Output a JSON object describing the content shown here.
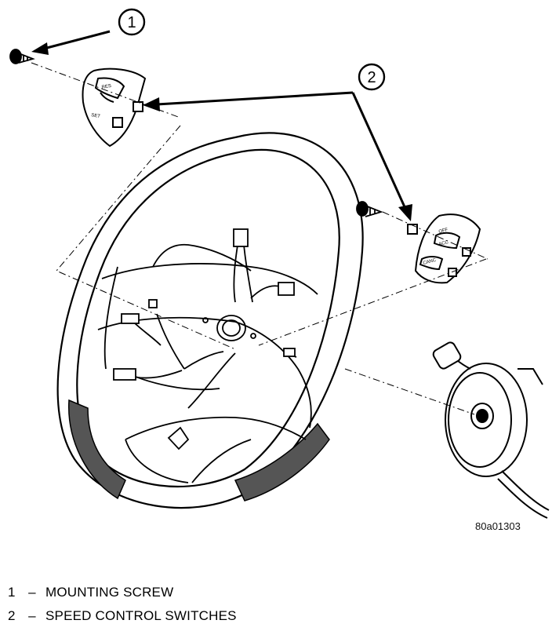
{
  "figure": {
    "id": "80a01303",
    "callouts": [
      {
        "number": "1"
      },
      {
        "number": "2"
      }
    ],
    "switch_labels": {
      "left_upper": "RES",
      "left_lower": "SET",
      "right_upper": "OFF",
      "right_middle": "ACC",
      "right_lower": "CANC"
    }
  },
  "legend": [
    {
      "number": "1",
      "separator": "–",
      "text": "MOUNTING SCREW"
    },
    {
      "number": "2",
      "separator": "–",
      "text": "SPEED CONTROL SWITCHES"
    }
  ]
}
